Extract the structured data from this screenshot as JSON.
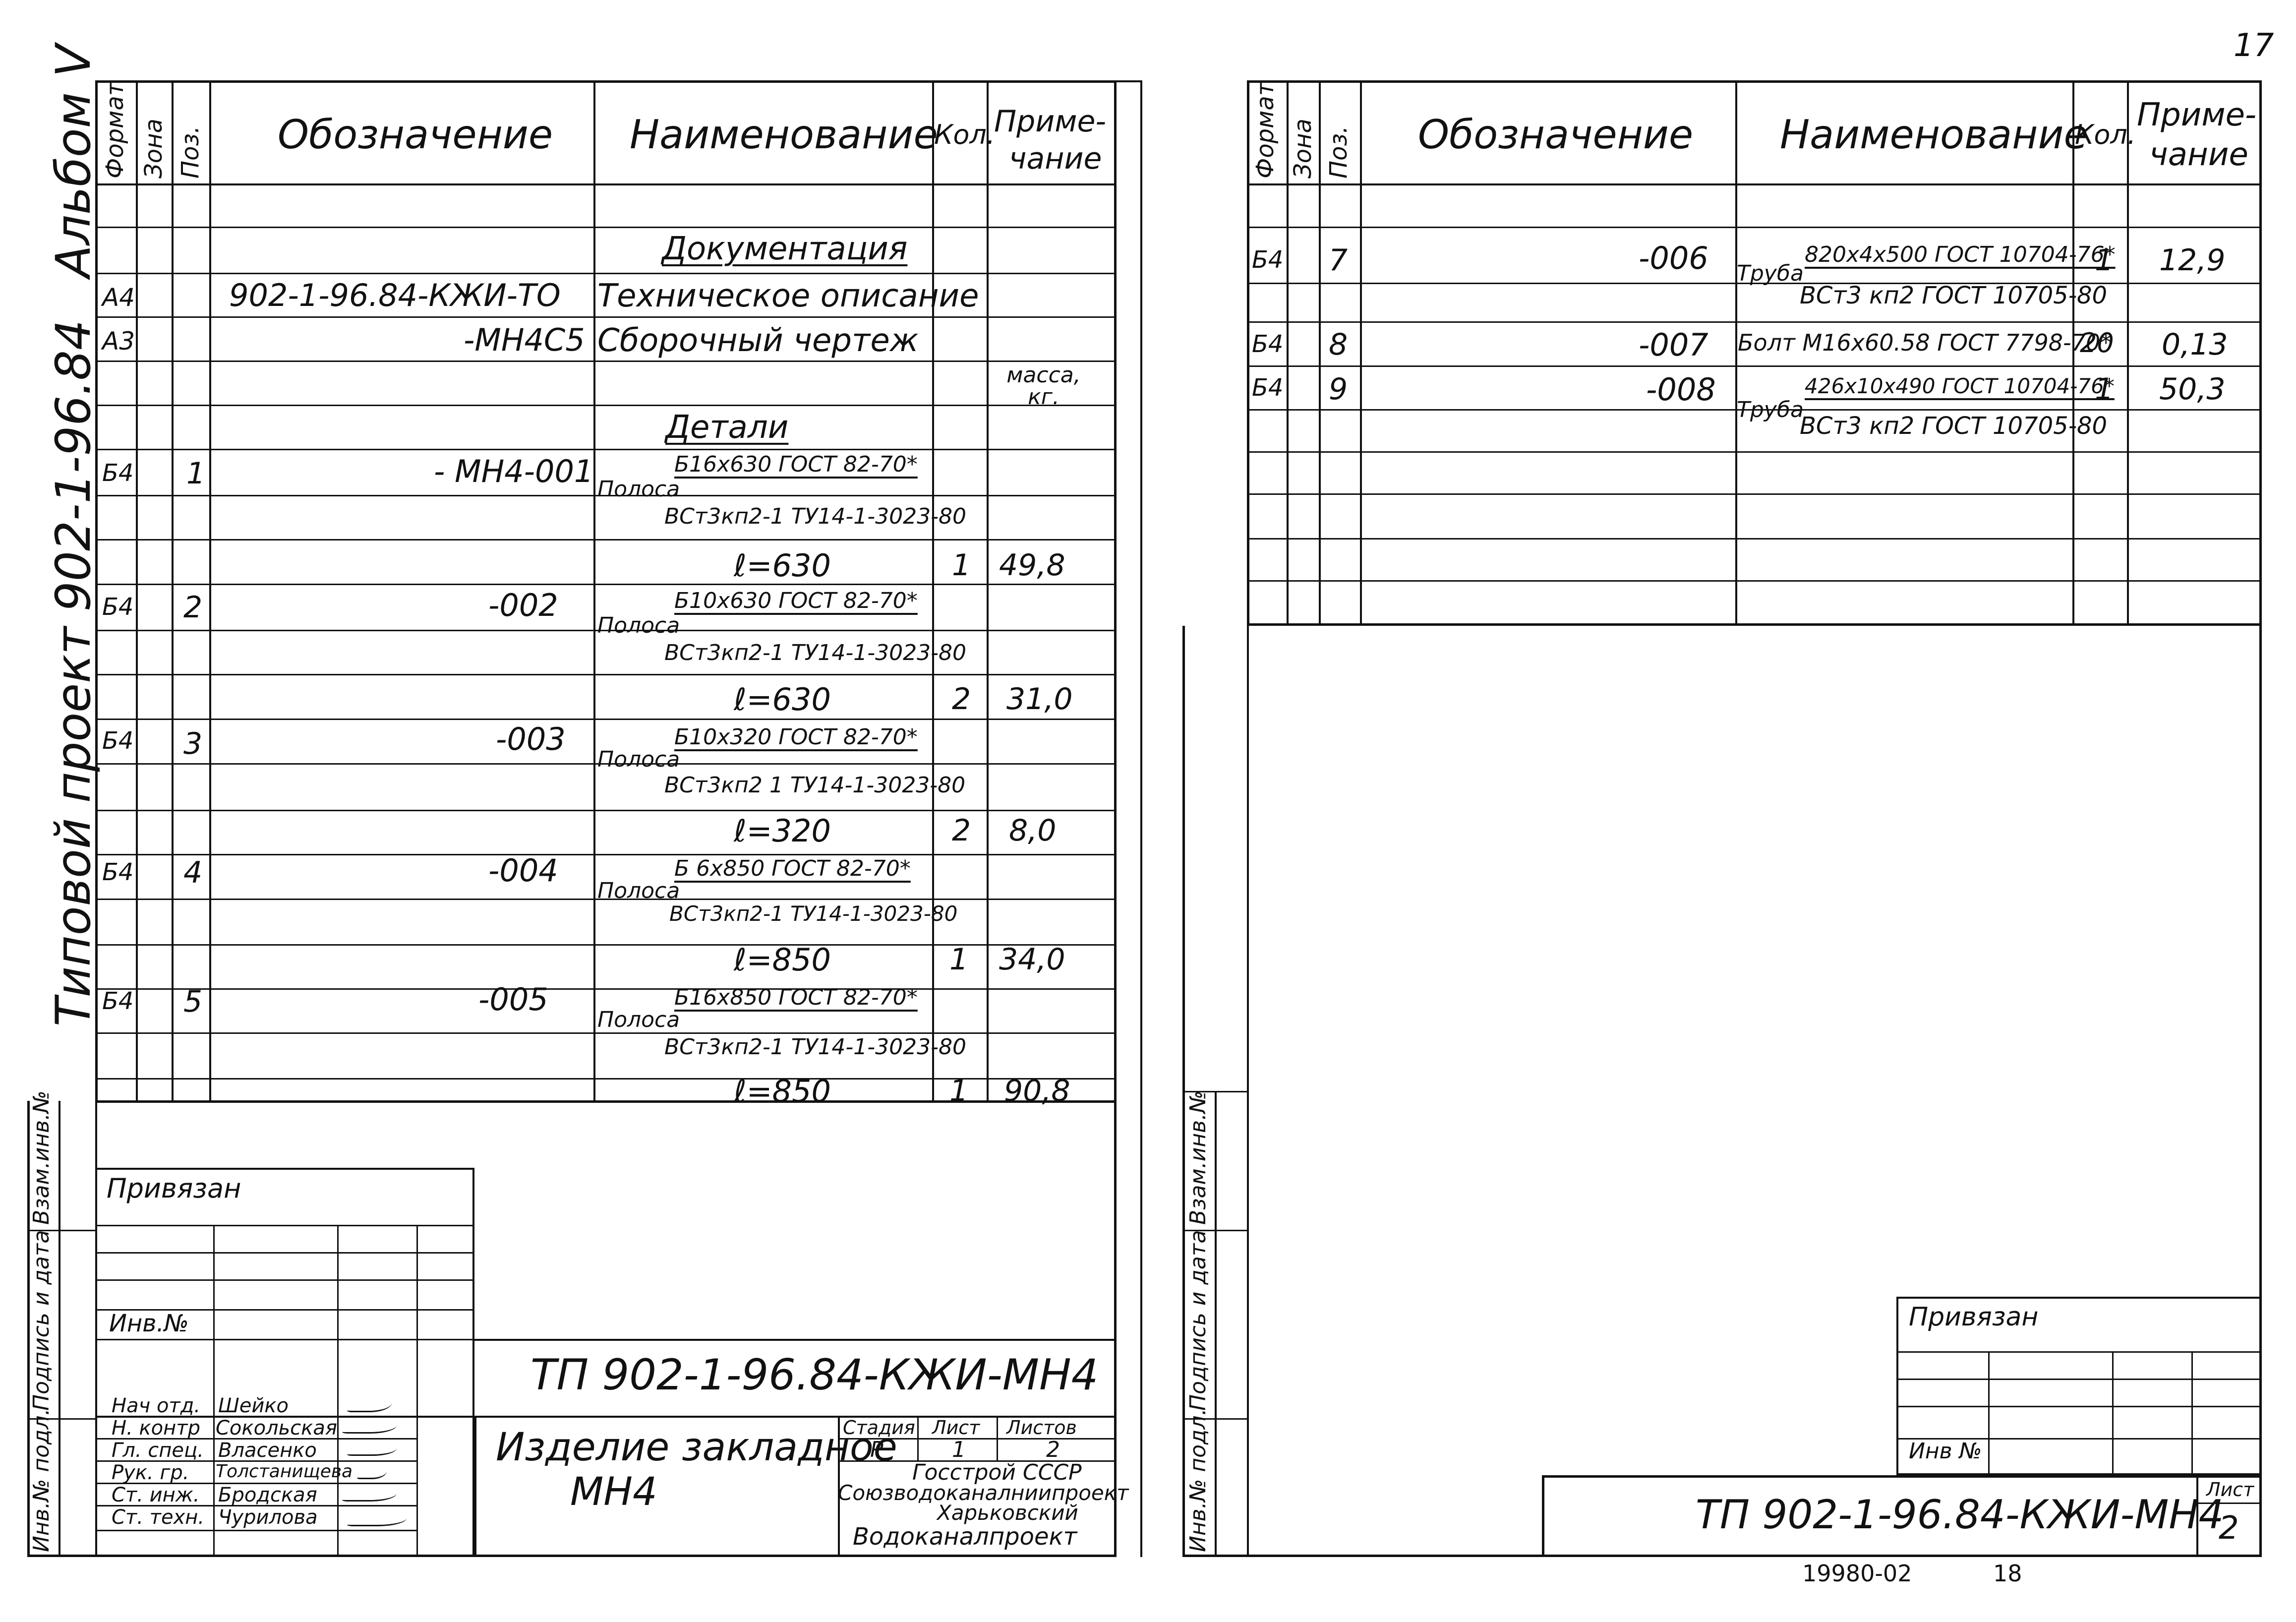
{
  "page_number": "17",
  "album_text": "Альбом V",
  "project_text": "Типовой проект   902-1-96.84",
  "left_side_labels": [
    "Инв.№ подл.",
    "Подпись и дата",
    "Взам.инв.№"
  ],
  "right_side_labels": [
    "Инв.№ подл.",
    "Подпись и дата",
    "Взам.инв.№"
  ],
  "header": {
    "format": "Формат",
    "zone": "Зона",
    "pos": "Поз.",
    "designation": "Обозначение",
    "name": "Наименование",
    "qty": "Кол.",
    "note_line1": "Приме-",
    "note_line2": "чание"
  },
  "left_table": {
    "section_docs": "Документация",
    "doc1": {
      "format": "А4",
      "designation": "902-1-96.84-КЖИ-ТО",
      "name": "Техническое описание"
    },
    "doc2": {
      "format": "А3",
      "designation": "-МН4С5",
      "name": "Сборочный чертеж"
    },
    "mass_note": "масса, кг.",
    "section_parts": "Детали",
    "parts": [
      {
        "format": "Б4",
        "pos": "1",
        "designation": "- МН4-001",
        "prefix": "Полоса",
        "line1": "Б16х630 ГОСТ 82-70*",
        "line2": "ВСт3кп2-1 ТУ14-1-3023-80",
        "length": "ℓ=630",
        "qty": "1",
        "mass": "49,8"
      },
      {
        "format": "Б4",
        "pos": "2",
        "designation": "-002",
        "prefix": "Полоса",
        "line1": "Б10х630 ГОСТ 82-70*",
        "line2": "ВСт3кп2-1 ТУ14-1-3023-80",
        "length": "ℓ=630",
        "qty": "2",
        "mass": "31,0"
      },
      {
        "format": "Б4",
        "pos": "3",
        "designation": "-003",
        "prefix": "Полоса",
        "line1": "Б10х320 ГОСТ 82-70*",
        "line2": "ВСт3кп2 1 ТУ14-1-3023-80",
        "length": "ℓ=320",
        "qty": "2",
        "mass": "8,0"
      },
      {
        "format": "Б4",
        "pos": "4",
        "designation": "-004",
        "prefix": "Полоса",
        "line1": "Б 6х850 ГОСТ 82-70*",
        "line2": "ВСт3кп2-1 ТУ14-1-3023-80",
        "length": "ℓ=850",
        "qty": "1",
        "mass": "34,0"
      },
      {
        "format": "Б4",
        "pos": "5",
        "designation": "-005",
        "prefix": "Полоса",
        "line1": "Б16х850 ГОСТ 82-70*",
        "line2": "ВСт3кп2-1 ТУ14-1-3023-80",
        "length": "ℓ=850",
        "qty": "1",
        "mass": "90,8"
      }
    ]
  },
  "right_table": {
    "rows": [
      {
        "format": "Б4",
        "pos": "7",
        "designation": "-006",
        "prefix": "Труба",
        "line1": "820х4х500 ГОСТ 10704-76*",
        "line2": "ВСт3 кп2 ГОСТ 10705-80",
        "qty": "1",
        "mass": "12,9"
      },
      {
        "format": "Б4",
        "pos": "8",
        "designation": "-007",
        "name": "Болт М16х60.58 ГОСТ 7798-70*",
        "qty": "20",
        "mass": "0,13"
      },
      {
        "format": "Б4",
        "pos": "9",
        "designation": "-008",
        "prefix": "Труба",
        "line1": "426х10х490 ГОСТ 10704-76*",
        "line2": "ВСт3 кп2 ГОСТ 10705-80",
        "qty": "1",
        "mass": "50,3"
      }
    ]
  },
  "left_stamp": {
    "privyazan": "Привязан",
    "inv_no": "Инв.№",
    "code": "ТП 902-1-96.84-КЖИ-МН4",
    "title_line1": "Изделие закладное",
    "title_line2": "МН4",
    "stage_label": "Стадия",
    "sheet_label": "Лист",
    "sheets_label": "Листов",
    "stage": "Р",
    "sheet": "1",
    "sheets": "2",
    "org_line1": "Госстрой СССР",
    "org_line2": "Союзводоканалниипроект",
    "org_line3": "Харьковский",
    "org_line4": "Водоканалпроект",
    "signers": [
      {
        "role": "Нач отд.",
        "name": "Шейко"
      },
      {
        "role": "Н. контр",
        "name": "Сокольская"
      },
      {
        "role": "Гл. спец.",
        "name": "Власенко"
      },
      {
        "role": "Рук. гр.",
        "name": "Толстанищева"
      },
      {
        "role": "Ст. инж.",
        "name": "Бродская"
      },
      {
        "role": "Ст. техн.",
        "name": "Чурилова"
      }
    ]
  },
  "right_stamp": {
    "privyazan": "Привязан",
    "inv_no": "Инв №",
    "code": "ТП 902-1-96.84-КЖИ-МН4",
    "sheet_label": "Лист",
    "sheet": "2"
  },
  "bottom_code": "19980-02",
  "bottom_page": "18"
}
